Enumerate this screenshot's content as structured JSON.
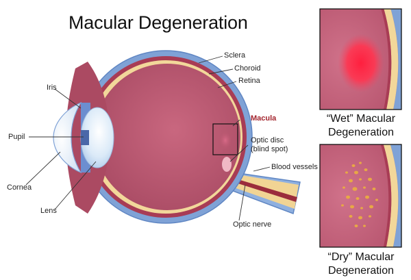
{
  "title": "Macular Degeneration",
  "labels": {
    "sclera": "Sclera",
    "choroid": "Choroid",
    "retina": "Retina",
    "macula": "Macula",
    "optic_disc_1": "Optic disc",
    "optic_disc_2": "(blind spot)",
    "blood_vessels": "Blood vessels",
    "optic_nerve": "Optic nerve",
    "iris": "Iris",
    "pupil": "Pupil",
    "cornea": "Cornea",
    "lens": "Lens"
  },
  "panels": {
    "wet": {
      "line1": "“Wet” Macular",
      "line2": "Degeneration"
    },
    "dry": {
      "line1": "“Dry” Macular",
      "line2": "Degeneration"
    }
  },
  "colors": {
    "eye_interior": "#b8566e",
    "sclera_blue": "#7fa2d6",
    "choroid_red": "#a83c55",
    "retina_yellow": "#f2d79a",
    "macula_label": "#a3242d",
    "wet_lesion": "#ff2b45",
    "dry_deposit": "#e8a845"
  }
}
